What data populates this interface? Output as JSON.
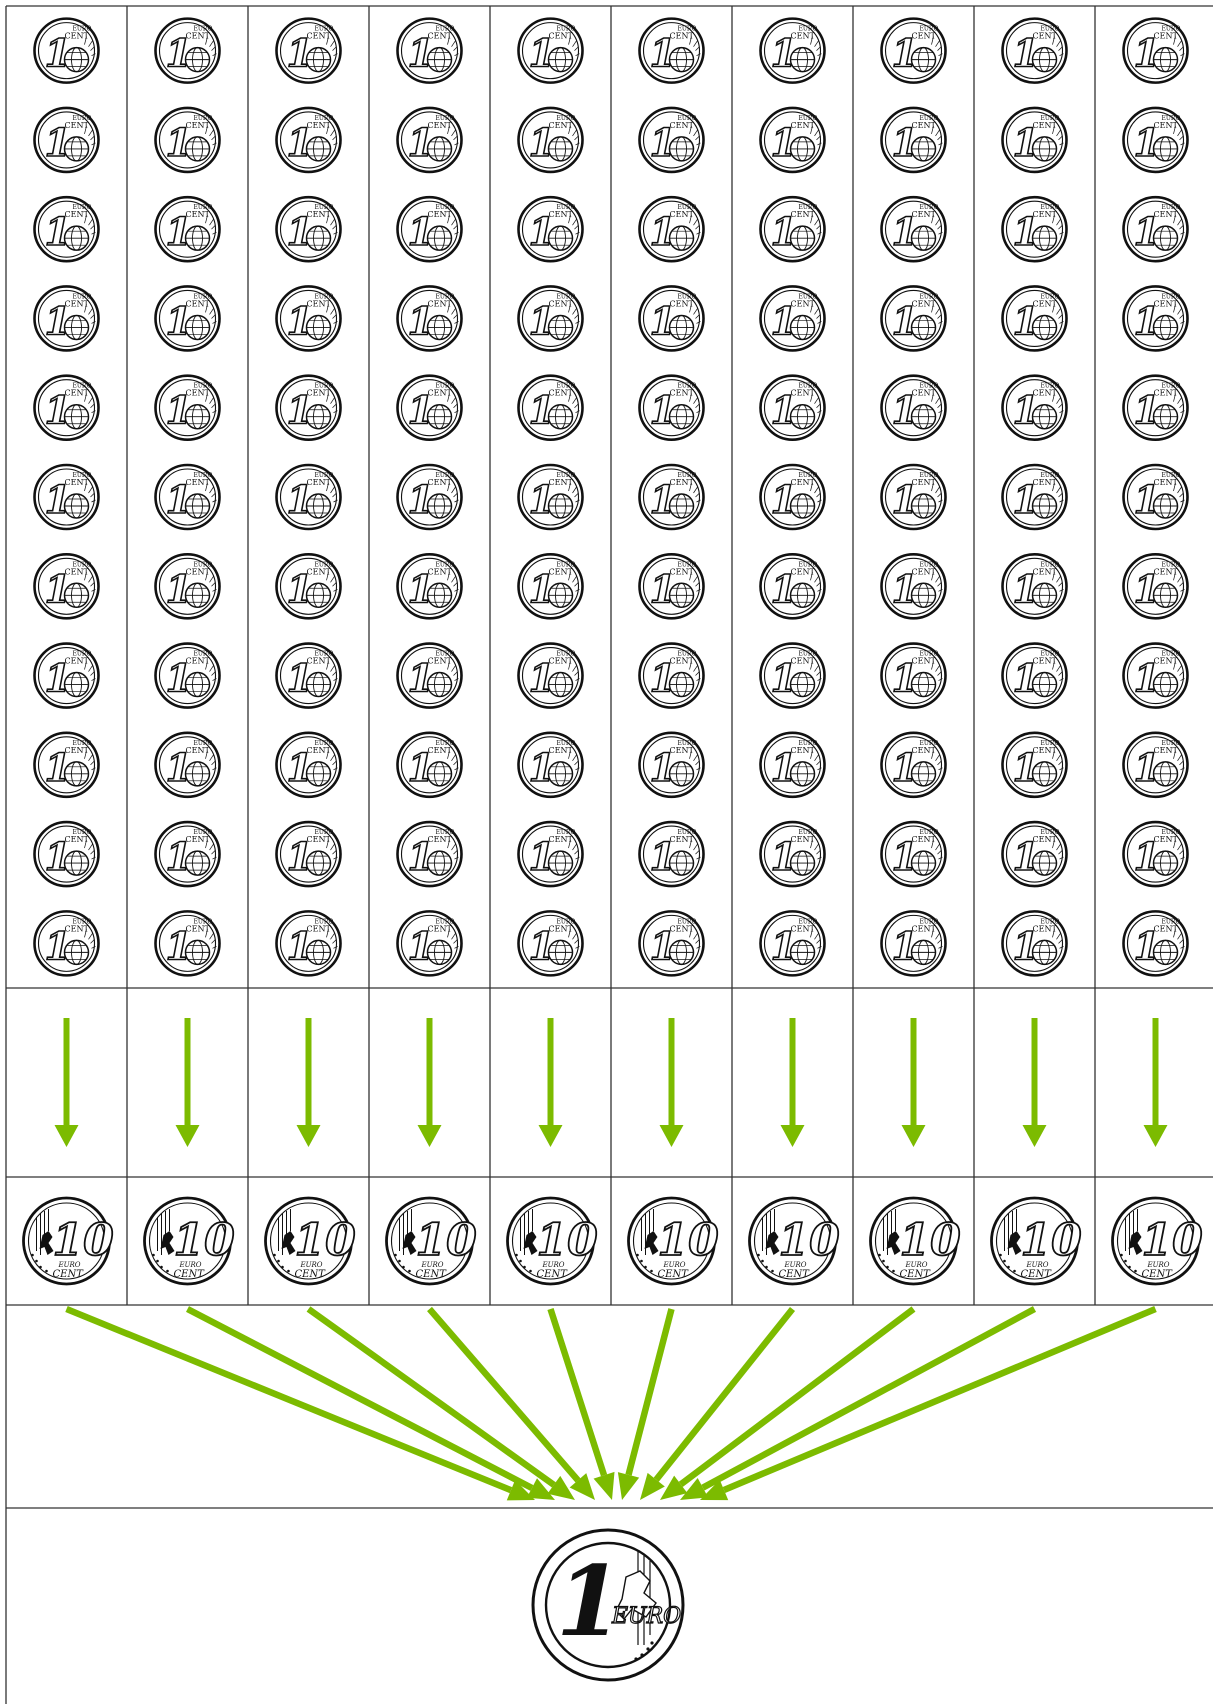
{
  "columns": 10,
  "cent_rows": 11,
  "colors": {
    "arrow": "#7cbb00",
    "grid": "#333333",
    "coin_stroke": "#111111"
  },
  "coins": {
    "small": {
      "denomination": "1",
      "top_word": "EURO",
      "unit": "CENT",
      "icon": "one-cent-coin-icon"
    },
    "medium": {
      "denomination": "10",
      "top_word": "EURO",
      "unit": "CENT",
      "icon": "ten-cent-coin-icon"
    },
    "large": {
      "denomination": "1",
      "unit": "EURO",
      "icon": "one-euro-coin-icon"
    }
  }
}
